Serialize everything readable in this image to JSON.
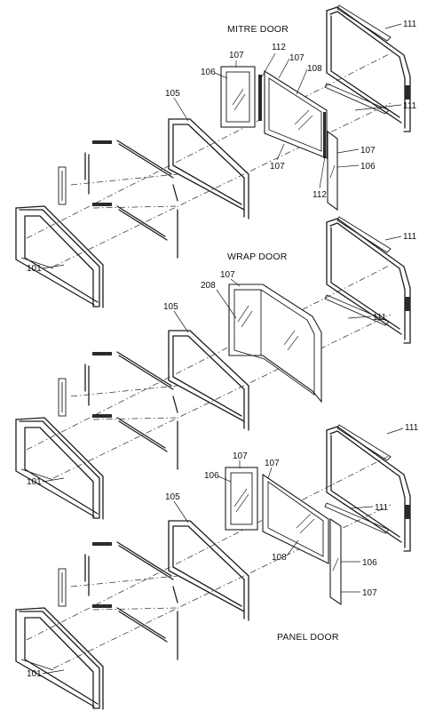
{
  "sections": {
    "mitre": {
      "title": "MITRE DOOR",
      "labels": [
        "111",
        "107",
        "112",
        "107",
        "106",
        "108",
        "105",
        "111",
        "107",
        "106",
        "107",
        "112",
        "101"
      ]
    },
    "wrap": {
      "title": "WRAP DOOR",
      "labels": [
        "111",
        "107",
        "208",
        "105",
        "111",
        "101"
      ]
    },
    "panel": {
      "title": "PANEL DOOR",
      "labels": [
        "111",
        "107",
        "107",
        "106",
        "105",
        "111",
        "108",
        "106",
        "107",
        "101"
      ]
    }
  }
}
